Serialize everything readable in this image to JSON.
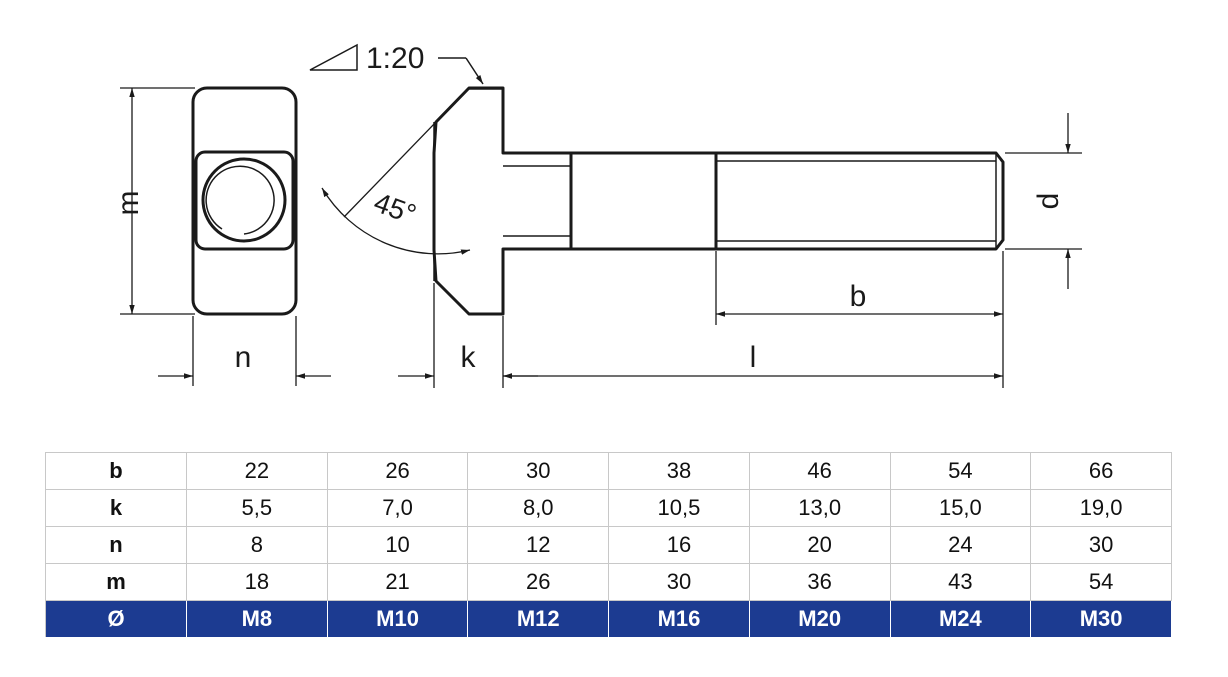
{
  "drawing": {
    "labels": {
      "taper": "1:20",
      "angle": "45°",
      "m": "m",
      "n": "n",
      "k": "k",
      "l": "l",
      "b": "b",
      "d": "d"
    },
    "line_color": "#1a1a1a"
  },
  "table": {
    "header_color": "#1c3b91",
    "rows": [
      {
        "label": "b",
        "values": [
          "22",
          "26",
          "30",
          "38",
          "46",
          "54",
          "66"
        ]
      },
      {
        "label": "k",
        "values": [
          "5,5",
          "7,0",
          "8,0",
          "10,5",
          "13,0",
          "15,0",
          "19,0"
        ]
      },
      {
        "label": "n",
        "values": [
          "8",
          "10",
          "12",
          "16",
          "20",
          "24",
          "30"
        ]
      },
      {
        "label": "m",
        "values": [
          "18",
          "21",
          "26",
          "30",
          "36",
          "43",
          "54"
        ]
      }
    ],
    "header": {
      "label": "Ø",
      "values": [
        "M8",
        "M10",
        "M12",
        "M16",
        "M20",
        "M24",
        "M30"
      ]
    }
  }
}
